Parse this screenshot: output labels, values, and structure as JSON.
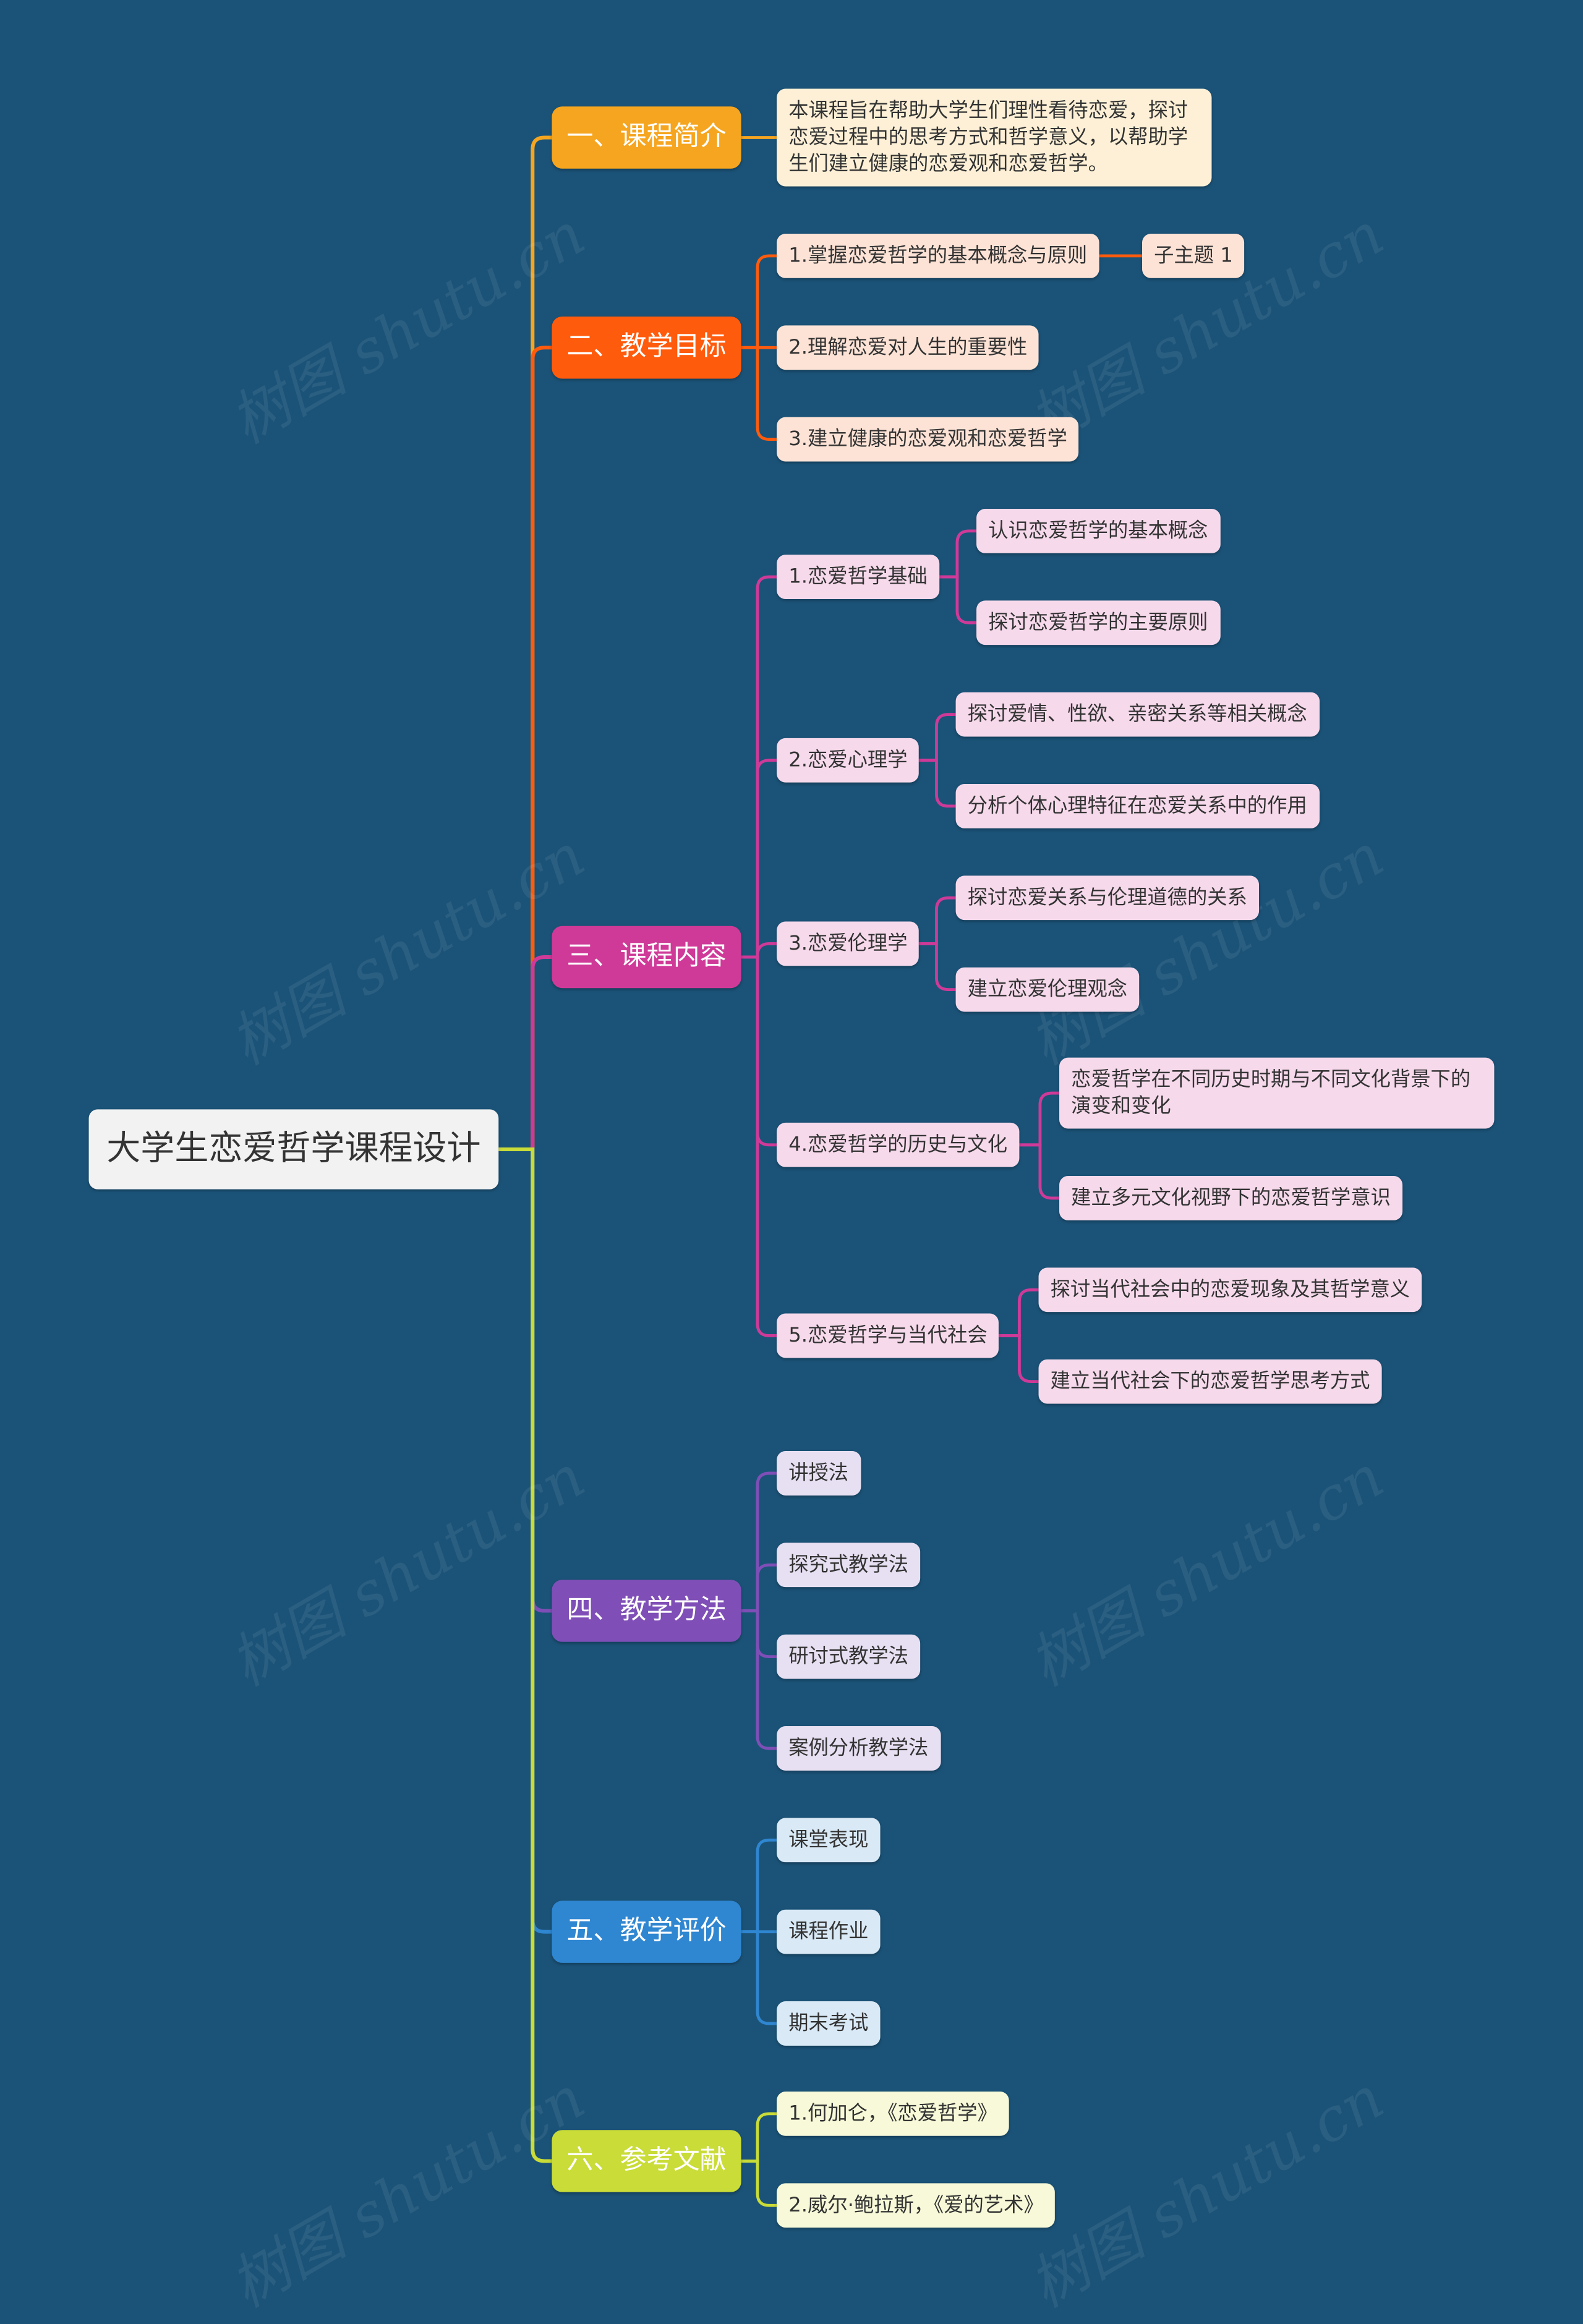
{
  "root": "大学生恋爱哲学课程设计",
  "watermark": "树图 shutu.cn",
  "colors": {
    "background": "#1b5378",
    "branch1": "#f5a51f",
    "branch1_fill": "#fdf0d6",
    "branch2": "#ff5b0c",
    "branch2_fill": "#fde3d6",
    "branch3": "#cf3a98",
    "branch3_fill": "#f6d9eb",
    "branch4": "#7f4fb7",
    "branch4_fill": "#e7dff2",
    "branch5": "#2f86d1",
    "branch5_fill": "#d9e9f6",
    "branch6": "#c9dc37",
    "branch6_fill": "#f7f9d8"
  },
  "branches": [
    {
      "label": "一、课程简介",
      "children": [
        {
          "label": "本课程旨在帮助大学生们理性看待恋爱，探讨恋爱过程中的思考方式和哲学意义，以帮助学生们建立健康的恋爱观和恋爱哲学。"
        }
      ]
    },
    {
      "label": "二、教学目标",
      "children": [
        {
          "label": "1.掌握恋爱哲学的基本概念与原则",
          "children": [
            {
              "label": "子主题 1"
            }
          ]
        },
        {
          "label": "2.理解恋爱对人生的重要性"
        },
        {
          "label": "3.建立健康的恋爱观和恋爱哲学"
        }
      ]
    },
    {
      "label": "三、课程内容",
      "children": [
        {
          "label": "1.恋爱哲学基础",
          "children": [
            {
              "label": "认识恋爱哲学的基本概念"
            },
            {
              "label": "探讨恋爱哲学的主要原则"
            }
          ]
        },
        {
          "label": "2.恋爱心理学",
          "children": [
            {
              "label": "探讨爱情、性欲、亲密关系等相关概念"
            },
            {
              "label": "分析个体心理特征在恋爱关系中的作用"
            }
          ]
        },
        {
          "label": "3.恋爱伦理学",
          "children": [
            {
              "label": "探讨恋爱关系与伦理道德的关系"
            },
            {
              "label": "建立恋爱伦理观念"
            }
          ]
        },
        {
          "label": "4.恋爱哲学的历史与文化",
          "children": [
            {
              "label": "恋爱哲学在不同历史时期与不同文化背景下的演变和变化"
            },
            {
              "label": "建立多元文化视野下的恋爱哲学意识"
            }
          ]
        },
        {
          "label": "5.恋爱哲学与当代社会",
          "children": [
            {
              "label": "探讨当代社会中的恋爱现象及其哲学意义"
            },
            {
              "label": "建立当代社会下的恋爱哲学思考方式"
            }
          ]
        }
      ]
    },
    {
      "label": "四、教学方法",
      "children": [
        {
          "label": "讲授法"
        },
        {
          "label": "探究式教学法"
        },
        {
          "label": "研讨式教学法"
        },
        {
          "label": "案例分析教学法"
        }
      ]
    },
    {
      "label": "五、教学评价",
      "children": [
        {
          "label": "课堂表现"
        },
        {
          "label": "课程作业"
        },
        {
          "label": "期末考试"
        }
      ]
    },
    {
      "label": "六、参考文献",
      "children": [
        {
          "label": "1.何加仑，《恋爱哲学》"
        },
        {
          "label": "2.威尔·鲍拉斯，《爱的艺术》"
        }
      ]
    }
  ]
}
